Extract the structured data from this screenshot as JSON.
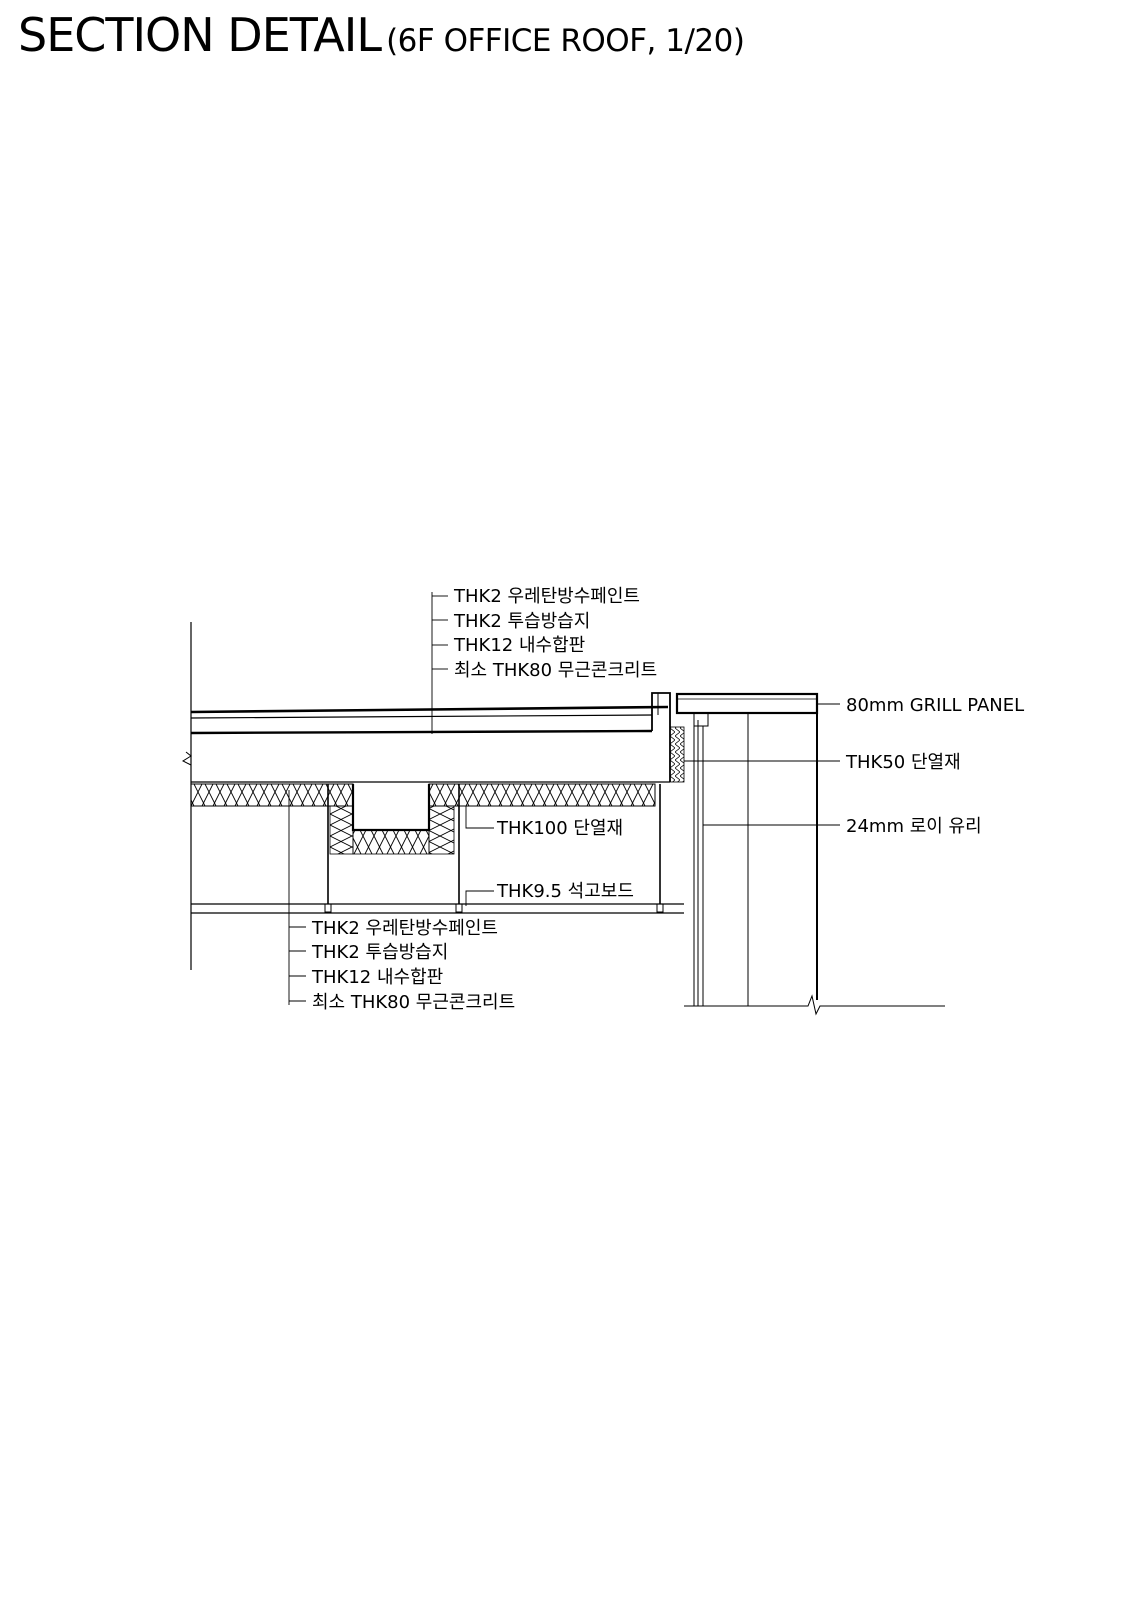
{
  "title": {
    "main": "SECTION DETAIL",
    "sub": "(6F OFFICE ROOF, 1/20)"
  },
  "labels": {
    "roof_layers_top": [
      "THK2 우레탄방수페인트",
      "THK2 투습방습지",
      "THK12 내수합판",
      "최소 THK80 무근콘크리트"
    ],
    "roof_layers_bottom": [
      "THK2 우레탄방수페인트",
      "THK2 투습방습지",
      "THK12 내수합판",
      "최소 THK80 무근콘크리트"
    ],
    "insulation_100": "THK100 단열재",
    "gypsum_board": "THK9.5 석고보드",
    "grill_panel": "80mm GRILL PANEL",
    "insulation_50": "THK50 단열재",
    "low_e_glass": "24mm 로이 유리"
  }
}
